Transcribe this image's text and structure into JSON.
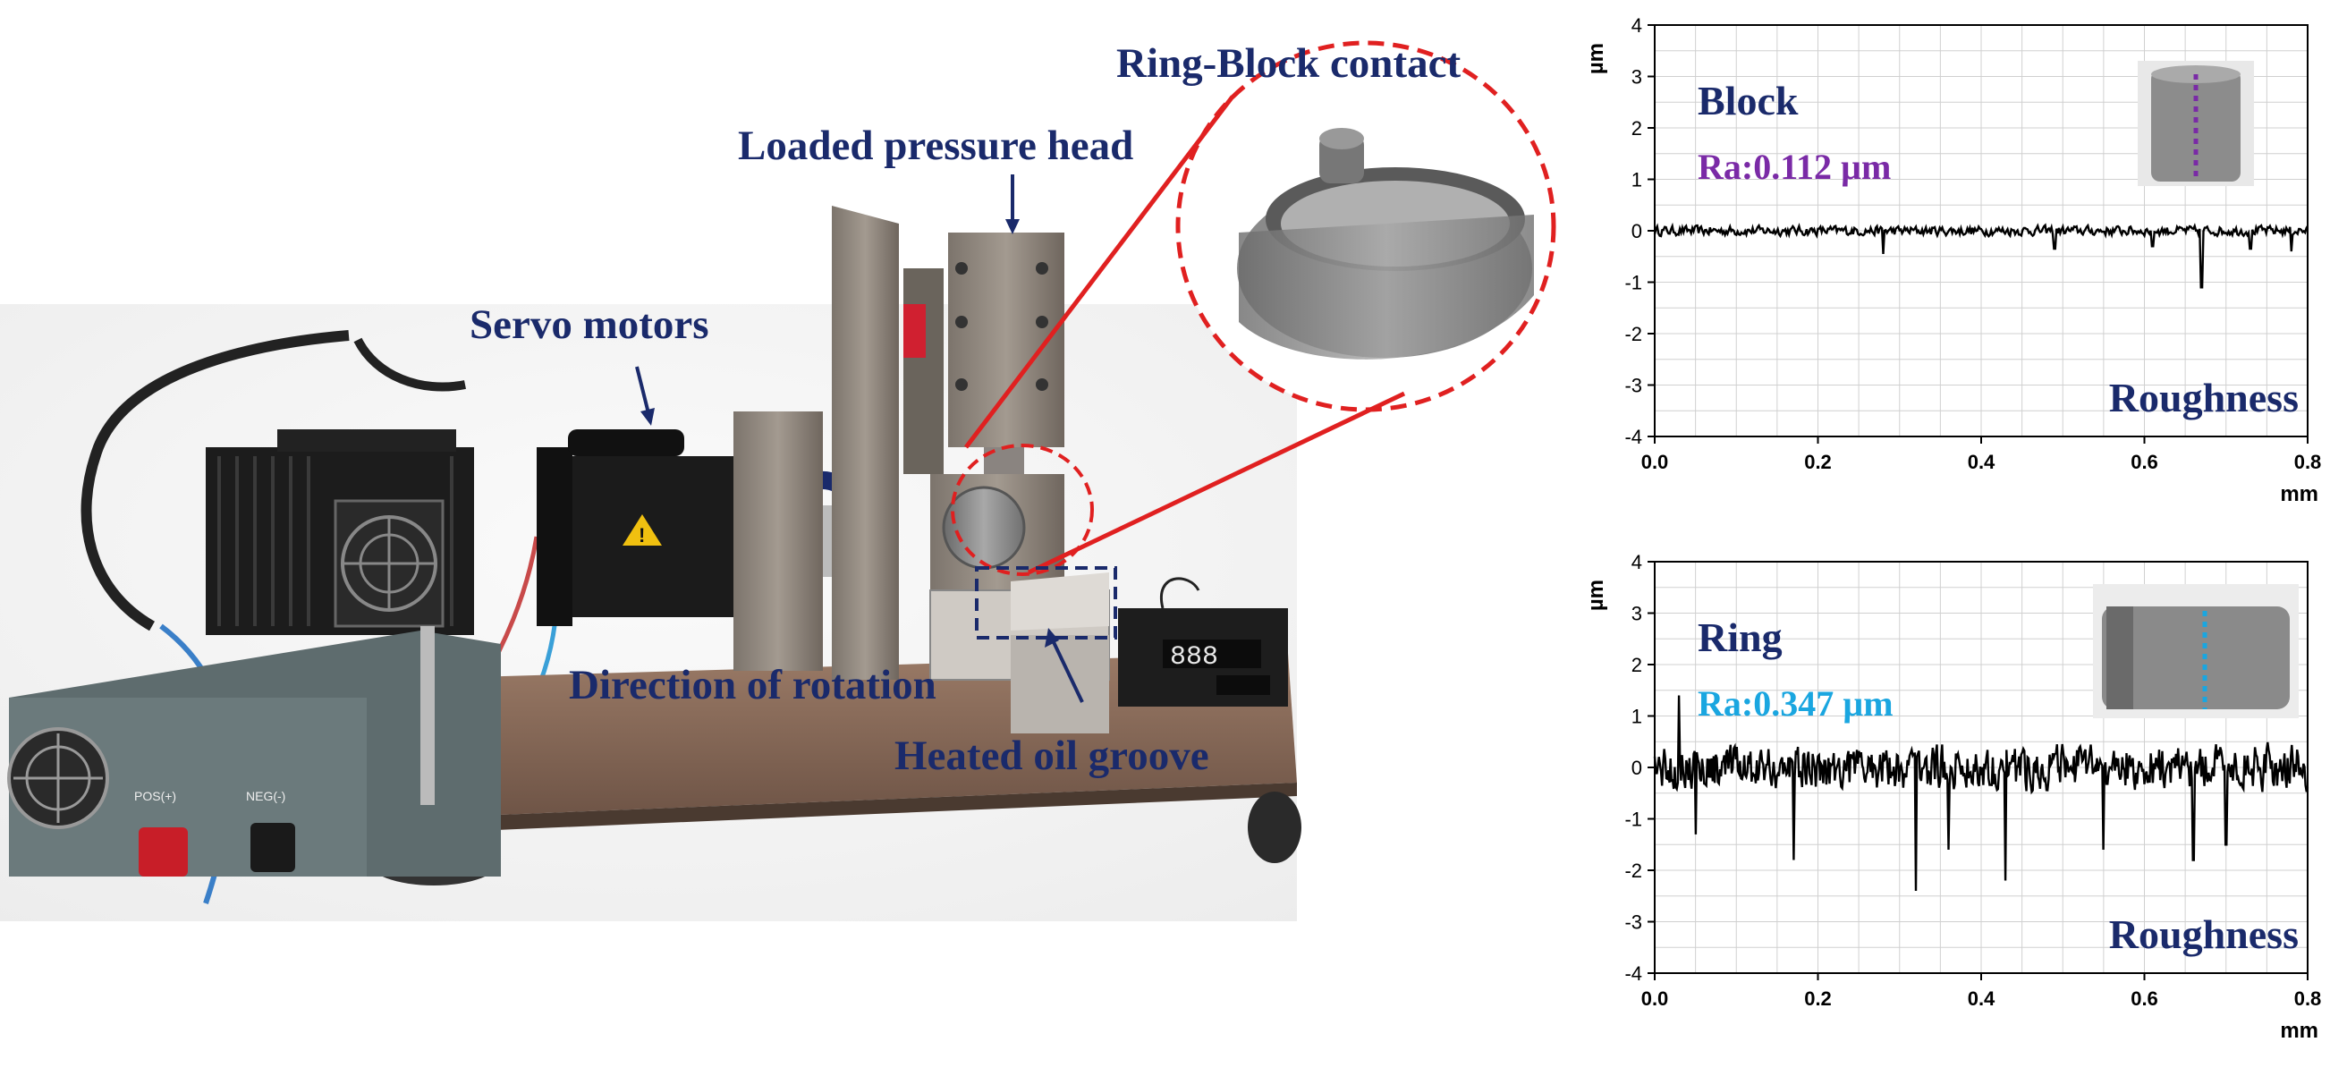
{
  "photo": {
    "labels": {
      "ring_block_contact": "Ring-Block contact",
      "loaded_pressure_head": "Loaded pressure head",
      "servo_motors": "Servo motors",
      "direction_of_rotation": "Direction of rotation",
      "heated_oil_groove": "Heated oil groove"
    },
    "power_supply": {
      "pos_label": "POS(+)",
      "neg_label": "NEG(-)"
    },
    "temp_display": "888",
    "colors": {
      "label_text": "#1a2a6b",
      "callout_red": "#e02020",
      "arrow_navy": "#1a2a6b"
    }
  },
  "chart_data": [
    {
      "type": "line",
      "title": "Block",
      "annotation": "Ra:0.112 µm",
      "annotation_color": "#7a2aa6",
      "series_label": "Roughness",
      "ylabel": "µm",
      "xlabel": "mm",
      "xlim": [
        0,
        0.8
      ],
      "ylim": [
        -4,
        4
      ],
      "xticks": [
        "0.0",
        "0.2",
        "0.4",
        "0.6",
        "0.8"
      ],
      "yticks": [
        "4",
        "3",
        "2",
        "1",
        "0",
        "-1",
        "-2",
        "-3",
        "-4"
      ],
      "grid": true,
      "line_color": "#000000",
      "profile": {
        "n": 520,
        "mean": 0.0,
        "amplitude": 0.12,
        "spikes": [
          [
            0.28,
            -0.45
          ],
          [
            0.49,
            -0.35
          ],
          [
            0.61,
            -0.3
          ],
          [
            0.67,
            -1.1
          ],
          [
            0.73,
            -0.35
          ],
          [
            0.78,
            -0.4
          ]
        ]
      },
      "inset_dotted_color": "#7a2aa6"
    },
    {
      "type": "line",
      "title": "Ring",
      "annotation": "Ra:0.347 µm",
      "annotation_color": "#1aa6e0",
      "series_label": "Roughness",
      "ylabel": "µm",
      "xlabel": "mm",
      "xlim": [
        0,
        0.8
      ],
      "ylim": [
        -4,
        4
      ],
      "xticks": [
        "0.0",
        "0.2",
        "0.4",
        "0.6",
        "0.8"
      ],
      "yticks": [
        "4",
        "3",
        "2",
        "1",
        "0",
        "-1",
        "-2",
        "-3",
        "-4"
      ],
      "grid": true,
      "line_color": "#000000",
      "profile": {
        "n": 620,
        "mean": 0.0,
        "amplitude": 0.55,
        "spikes": [
          [
            0.03,
            1.4
          ],
          [
            0.05,
            -1.3
          ],
          [
            0.17,
            -1.8
          ],
          [
            0.32,
            -2.4
          ],
          [
            0.36,
            -1.6
          ],
          [
            0.43,
            -2.2
          ],
          [
            0.55,
            -1.6
          ],
          [
            0.66,
            -1.8
          ],
          [
            0.7,
            -1.5
          ]
        ]
      },
      "inset_dotted_color": "#1aa6e0"
    }
  ]
}
